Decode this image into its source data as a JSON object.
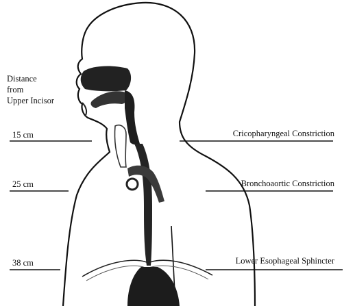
{
  "header": {
    "line1": "Distance",
    "line2": "from",
    "line3": "Upper Incisor"
  },
  "levels": [
    {
      "distance": "15 cm",
      "constriction": "Cricopharyngeal Constriction"
    },
    {
      "distance": "25 cm",
      "constriction": "Bronchoaortic Constriction"
    },
    {
      "distance": "38 cm",
      "constriction": "Lower Esophageal Sphincter"
    }
  ]
}
